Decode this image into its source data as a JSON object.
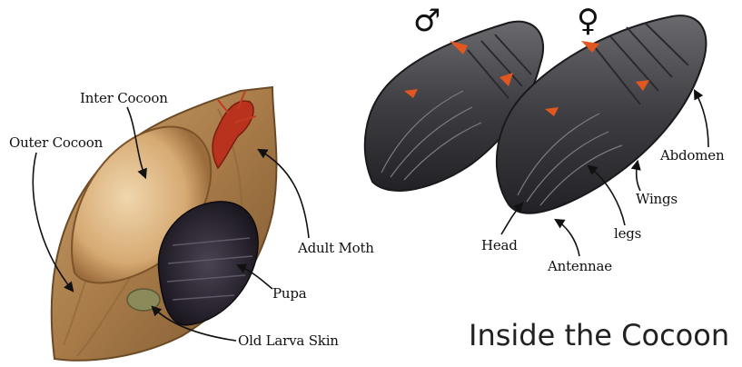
{
  "title": "Inside the Cocoon",
  "symbols": {
    "male": "♂",
    "female": "♀"
  },
  "labels": {
    "inter_cocoon": "Inter Cocoon",
    "outer_cocoon": "Outer Cocoon",
    "adult_moth": "Adult Moth",
    "pupa": "Pupa",
    "old_larva_skin": "Old Larva Skin",
    "head": "Head",
    "antennae": "Antennae",
    "legs": "legs",
    "wings": "Wings",
    "abdomen": "Abdomen"
  },
  "colors": {
    "cocoon_outer": "#b58a55",
    "cocoon_inner": "#d9b381",
    "pupa_dark": "#2a2430",
    "pupa_shell": "#4a4a4c",
    "orange_accent": "#e2571f",
    "moth_red": "#b8321e"
  }
}
